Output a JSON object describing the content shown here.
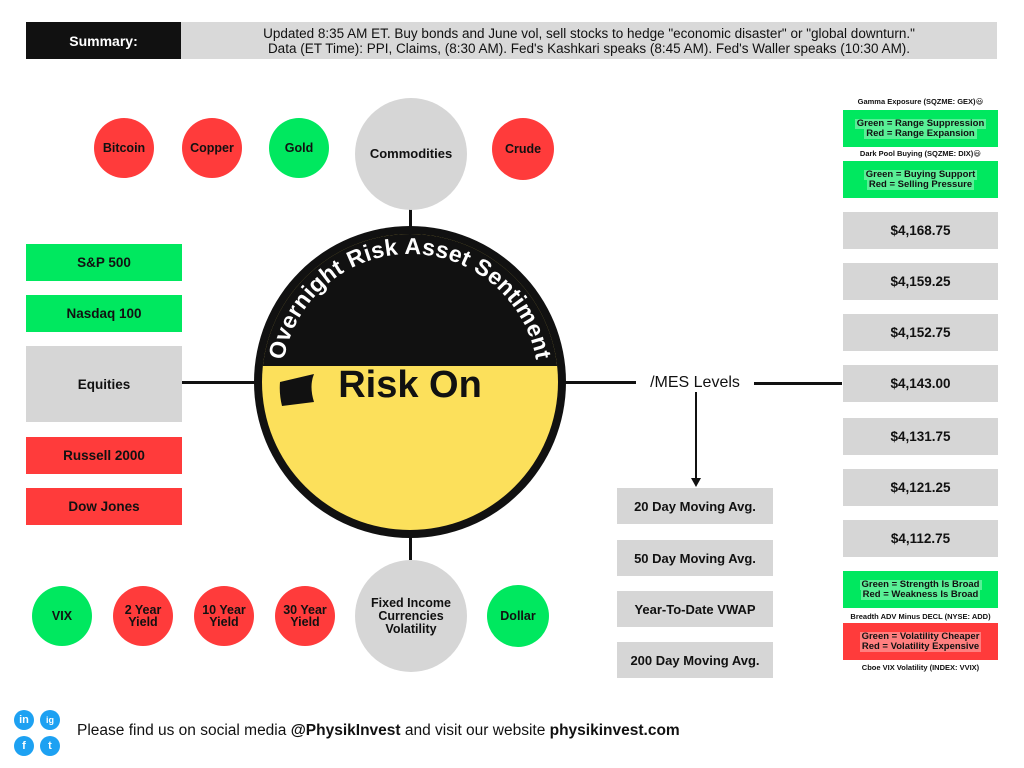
{
  "header": {
    "summary_label": "Summary:",
    "summary_line1": "Updated 8:35 AM ET. Buy bonds and June vol, sell stocks to hedge \"economic disaster\" or \"global downturn.\"",
    "summary_line2": "Data (ET Time): PPI, Claims, (8:30 AM). Fed's Kashkari speaks (8:45 AM). Fed's Waller speaks (10:30 AM)."
  },
  "center": {
    "arc_title": "Overnight Risk Asset Sentiment",
    "sentiment": "Risk On"
  },
  "commodities": {
    "hub": "Commodities",
    "items": [
      {
        "label": "Bitcoin",
        "color": "#ff3b3b"
      },
      {
        "label": "Copper",
        "color": "#ff3b3b"
      },
      {
        "label": "Gold",
        "color": "#00e85f"
      },
      {
        "label": "Crude",
        "color": "#ff3b3b"
      }
    ]
  },
  "equities": {
    "hub": "Equities",
    "items": [
      {
        "label": "S&P 500",
        "color": "#00e85f"
      },
      {
        "label": "Nasdaq 100",
        "color": "#00e85f"
      },
      {
        "label": "Russell 2000",
        "color": "#ff3b3b"
      },
      {
        "label": "Dow Jones",
        "color": "#ff3b3b"
      }
    ]
  },
  "fixed_income": {
    "hub_line1": "Fixed Income",
    "hub_line2": "Currencies",
    "hub_line3": "Volatility",
    "items": [
      {
        "line1": "VIX",
        "line2": "",
        "color": "#00e85f"
      },
      {
        "line1": "2 Year",
        "line2": "Yield",
        "color": "#ff3b3b"
      },
      {
        "line1": "10 Year",
        "line2": "Yield",
        "color": "#ff3b3b"
      },
      {
        "line1": "30 Year",
        "line2": "Yield",
        "color": "#ff3b3b"
      },
      {
        "line1": "Dollar",
        "line2": "",
        "color": "#00e85f"
      }
    ]
  },
  "mes": {
    "label": "/MES Levels",
    "levels": [
      "$4,168.75",
      "$4,159.25",
      "$4,152.75",
      "$4,143.00",
      "$4,131.75",
      "$4,121.25",
      "$4,112.75"
    ],
    "highlight_color": "#3bb6ff",
    "moving_averages": [
      "20 Day Moving Avg.",
      "50 Day Moving Avg.",
      "Year-To-Date VWAP",
      "200 Day Moving Avg."
    ]
  },
  "legends": {
    "gex_title": "Gamma Exposure (SQZME: GEX)",
    "gex_line1": "Green = Range Suppression",
    "gex_line2": "Red = Range Expansion",
    "dix_title": "Dark Pool Buying (SQZME: DIX)",
    "dix_line1": "Green = Buying Support",
    "dix_line2": "Red = Selling Pressure",
    "breadth_line1": "Green = Strength Is Broad",
    "breadth_line2": "Red = Weakness Is Broad",
    "breadth_title": "Breadth ADV Minus DECL (NYSE: ADD)",
    "vvix_line1": "Green = Volatility Cheaper",
    "vvix_line2": "Red = Volatility Expensive",
    "vvix_title": "Cboe VIX Volatility (INDEX: VVIX)"
  },
  "footer": {
    "text_prefix": "Please find us on social media ",
    "handle": "@PhysikInvest",
    "text_middle": " and visit our website ",
    "website": "physikinvest.com",
    "icons": [
      "in",
      "ig",
      "f",
      "t"
    ]
  }
}
